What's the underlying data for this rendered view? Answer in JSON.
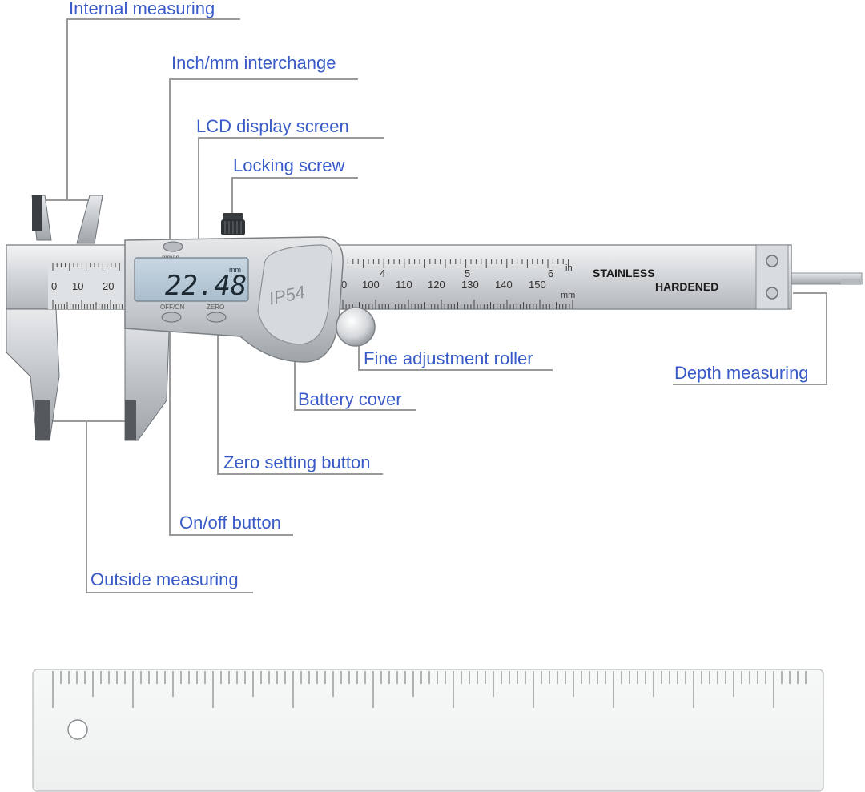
{
  "callouts": {
    "internal_measuring": "Internal measuring",
    "inch_mm_interchange": "Inch/mm interchange",
    "lcd_display_screen": "LCD display screen",
    "locking_screw": "Locking screw",
    "fine_adjustment_roller": "Fine adjustment roller",
    "depth_measuring": "Depth measuring",
    "battery_cover": "Battery cover",
    "zero_setting_button": "Zero setting button",
    "on_off_button": "On/off button",
    "outside_measuring": "Outside measuring"
  },
  "caliper": {
    "lcd_reading": "22.48",
    "lcd_unit": "mm",
    "mode_button_label": "mm/in",
    "on_off_label": "OFF/ON",
    "zero_label": "ZERO",
    "ip_rating": "IP54",
    "beam_text_1": "STAINLESS",
    "beam_text_2": "HARDENED",
    "mm_scale_visible": [
      "0",
      "10",
      "20"
    ],
    "mm_scale_right": [
      "0",
      "100",
      "110",
      "120",
      "130",
      "140",
      "150"
    ],
    "inch_digits": [
      "4",
      "5",
      "6"
    ],
    "unit_in": "in",
    "unit_mm": "mm"
  },
  "colors": {
    "label_blue": "#3a5bc7",
    "leader_gray": "#9a9a9a",
    "steel": "#c9ccd0",
    "lcd_bg": "#b8c9d8"
  }
}
